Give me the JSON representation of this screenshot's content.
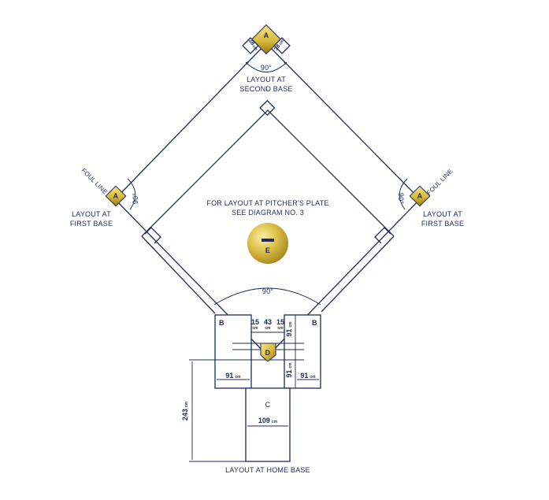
{
  "labels": {
    "layout_second": [
      "LAYOUT AT",
      "SECOND BASE"
    ],
    "layout_first_left": [
      "LAYOUT AT",
      "FIRST BASE"
    ],
    "layout_first_right": [
      "LAYOUT AT",
      "FIRST BASE"
    ],
    "pitcher_note": [
      "FOR LAYOUT AT PITCHER'S PLATE",
      "SEE DIAGRAM NO. 3"
    ],
    "layout_home": "LAYOUT AT HOME BASE",
    "foul_line_left": "FOUL LINE",
    "foul_line_right": "FOUL LINE"
  },
  "angles": {
    "top": "90°",
    "left": "90°",
    "right": "90°",
    "home": "90°"
  },
  "bases": {
    "second": "A",
    "first_left": "A",
    "first_right": "A",
    "home_plate": "D",
    "pitcher": "E"
  },
  "areas": {
    "left_box": "B",
    "right_box": "B",
    "catcher_box": "C"
  },
  "dims": {
    "second_left": "38",
    "second_right": "38",
    "left_width": "91",
    "right_width": "91",
    "inner_15_left": "15",
    "inner_43": "43",
    "inner_15_right": "15",
    "right_box_upper": "91",
    "right_box_lower": "91",
    "catcher_width": "109",
    "catcher_height": "243"
  },
  "units": {
    "cm": "cm"
  },
  "colors": {
    "navy": "#1e2a5a",
    "gold_light": "#f4e27a",
    "gold_dark": "#a88a1e"
  }
}
